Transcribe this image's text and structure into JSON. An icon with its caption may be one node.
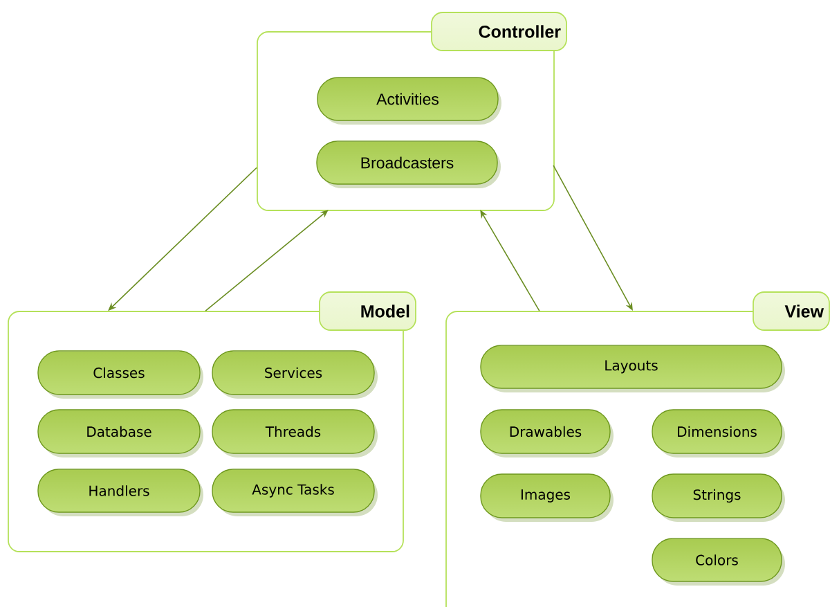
{
  "diagram": {
    "nodes": [
      {
        "text": [],
        "shape": "box"
      },
      {
        "text": [
          "Controller"
        ]
      },
      {
        "text": [
          "Activities"
        ],
        "in": 0
      },
      {
        "text": [
          "Broadcasters"
        ],
        "in": 0
      },
      {
        "text": [],
        "shape": "box"
      },
      {
        "text": [
          "Model"
        ]
      },
      {
        "text": [
          "Classes"
        ],
        "in": 4
      },
      {
        "text": [
          "Services"
        ],
        "in": 4
      },
      {
        "text": [
          "Database"
        ],
        "in": 4
      },
      {
        "text": [
          "Threads"
        ],
        "in": 4
      },
      {
        "text": [
          "Handlers"
        ],
        "in": 4
      },
      {
        "text": [
          "Async Tasks"
        ],
        "in": 4
      },
      {
        "text": [],
        "shape": "box"
      },
      {
        "text": [
          "View"
        ]
      },
      {
        "text": [
          "Layouts"
        ],
        "in": 12
      },
      {
        "text": [
          "Drawables"
        ],
        "in": 12
      },
      {
        "text": [
          "Dimensions"
        ],
        "in": 12
      },
      {
        "text": [
          "Images"
        ],
        "in": 12
      },
      {
        "text": [
          "Strings"
        ],
        "in": 12
      },
      {
        "text": [
          "Colors"
        ],
        "in": 12
      }
    ],
    "edges": [
      {
        "from": 0,
        "to": 4,
        "arrow": "to"
      },
      {
        "from": 4,
        "to": 0,
        "arrow": "to"
      },
      {
        "from": 12,
        "to": 0,
        "arrow": "to"
      },
      {
        "from": 0,
        "to": 12,
        "arrow": "to"
      }
    ]
  }
}
